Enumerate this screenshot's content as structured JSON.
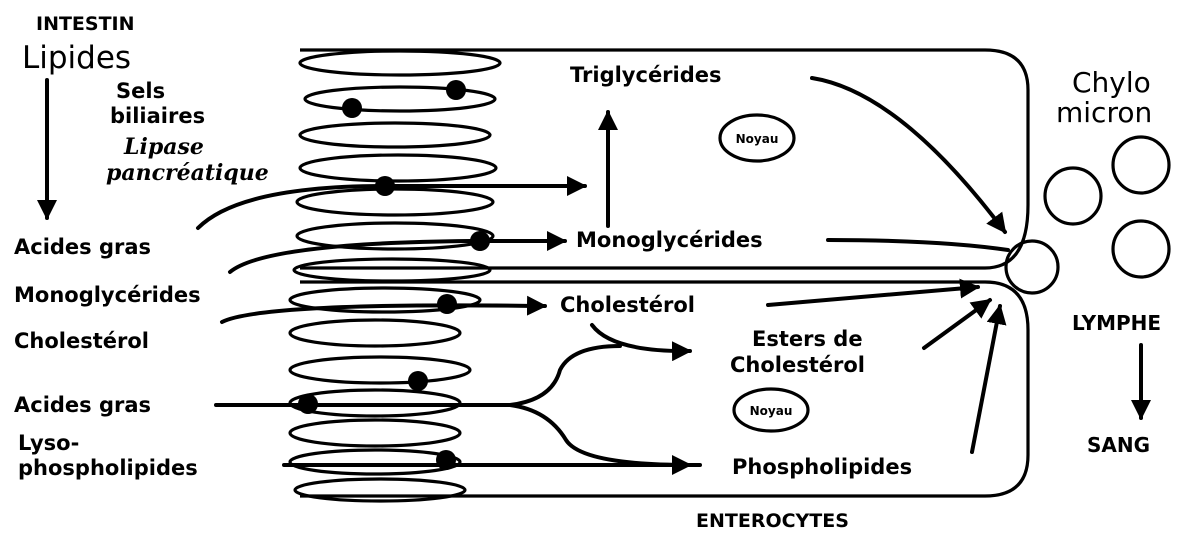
{
  "labels": {
    "intestin": "INTESTIN",
    "lipides": "Lipides",
    "sels": "Sels",
    "biliaires": "biliaires",
    "lipase": "Lipase",
    "pancreatique": "pancréatique",
    "acides_gras_1": "Acides gras",
    "monoglycerides_left": "Monoglycérides",
    "cholesterol_left": "Cholestérol",
    "acides_gras_2": "Acides gras",
    "lyso": "Lyso-",
    "phospholipides_left": "phospholipides",
    "triglycerides": "Triglycérides",
    "noyau_1": "Noyau",
    "noyau_2": "Noyau",
    "monoglycerides_cell": "Monoglycérides",
    "cholesterol_cell": "Cholestérol",
    "esters_1": "Esters de",
    "esters_2": "Cholestérol",
    "phospholipides_cell": "Phospholipides",
    "enterocytes": "ENTEROCYTES",
    "chylo_1": "Chylo",
    "chylo_2": "micron",
    "lymphe": "LYMPHE",
    "sang": "SANG"
  }
}
